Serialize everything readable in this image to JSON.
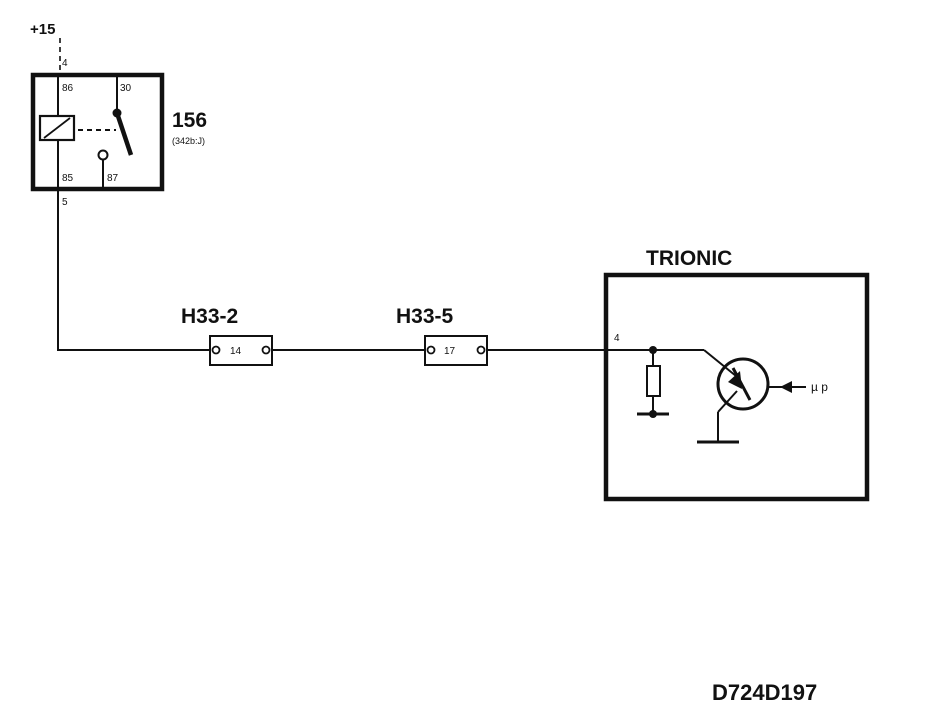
{
  "supply_label": "+15",
  "relay": {
    "id": "156",
    "ref": "(342b:J)",
    "pin_top": "4",
    "pin_bottom": "5",
    "pin_86": "86",
    "pin_30": "30",
    "pin_85": "85",
    "pin_87": "87"
  },
  "connector_1": {
    "name": "H33-2",
    "pin": "14"
  },
  "connector_2": {
    "name": "H33-5",
    "pin": "17"
  },
  "trionic": {
    "title": "TRIONIC",
    "pin": "4",
    "input_label": "µ p"
  },
  "drawing_id": "D724D197"
}
